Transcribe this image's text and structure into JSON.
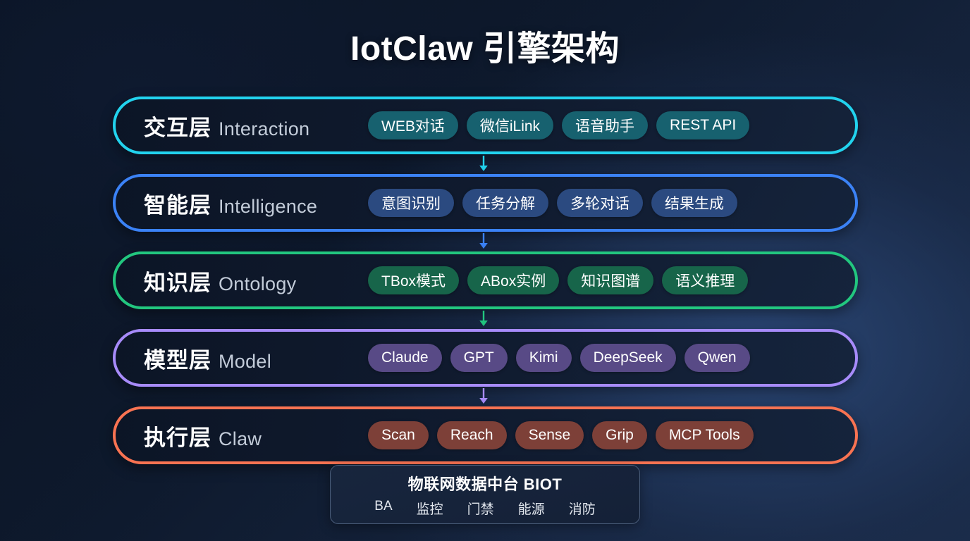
{
  "header": {
    "title": "IotClaw 引擎架构"
  },
  "layers": [
    {
      "cn": "交互层",
      "en": "Interaction",
      "edge_color": "#22d3ee",
      "pill_color": "#17616f",
      "arrow_color": "#22d3ee",
      "pills": [
        "WEB对话",
        "微信iLink",
        "语音助手",
        "REST API"
      ]
    },
    {
      "cn": "智能层",
      "en": "Intelligence",
      "edge_color": "#3b82f6",
      "pill_color": "#2b4a80",
      "arrow_color": "#3b82f6",
      "pills": [
        "意图识别",
        "任务分解",
        "多轮对话",
        "结果生成"
      ]
    },
    {
      "cn": "知识层",
      "en": "Ontology",
      "edge_color": "#22c77f",
      "pill_color": "#17654a",
      "arrow_color": "#22c77f",
      "pills": [
        "TBox模式",
        "ABox实例",
        "知识图谱",
        "语义推理"
      ]
    },
    {
      "cn": "模型层",
      "en": "Model",
      "edge_color": "#a78bfa",
      "pill_color": "#584a86",
      "arrow_color": "#a78bfa",
      "pills": [
        "Claude",
        "GPT",
        "Kimi",
        "DeepSeek",
        "Qwen"
      ]
    },
    {
      "cn": "执行层",
      "en": "Claw",
      "edge_color": "#f97352",
      "pill_color": "#7d4038",
      "arrow_color": "#f97352",
      "pills": [
        "Scan",
        "Reach",
        "Sense",
        "Grip",
        "MCP Tools"
      ]
    }
  ],
  "bidirectional_link": {
    "up_glyph": "↑",
    "down_glyph": "↓"
  },
  "platform": {
    "title": "物联网数据中台 BIOT",
    "tags": [
      "BA",
      "监控",
      "门禁",
      "能源",
      "消防"
    ]
  }
}
